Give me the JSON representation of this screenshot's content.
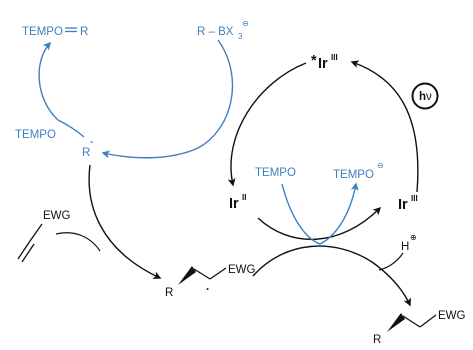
{
  "colors": {
    "blue": "#3f7fbf",
    "black": "#111111"
  },
  "labels": {
    "tempo_r_left": "TEMPO",
    "tempo_r_right": "R",
    "r_bx3": "R – BX",
    "r_bx3_sub": "3",
    "r_bx3_charge": "⊖",
    "tempo_left": "TEMPO",
    "r_radical": "R",
    "r_radical_dot": "·",
    "ir3_excited_star": "*",
    "ir3_excited_base": "Ir",
    "ir3_excited_ox": "III",
    "hv_h": "h",
    "hv_nu": "ν",
    "ir2_base": "Ir",
    "ir2_ox": "II",
    "tempo_mid": "TEMPO",
    "tempo_anion": "TEMPO",
    "tempo_anion_charge": "⊖",
    "ir3_base": "Ir",
    "ir3_ox": "III",
    "alkene_ewg": "EWG",
    "h_plus_h": "H",
    "h_plus_charge": "⊕",
    "rad_int_r": "R",
    "rad_int_ewg": "EWG",
    "rad_int_dot": "·",
    "product_r": "R",
    "product_ewg": "EWG"
  }
}
